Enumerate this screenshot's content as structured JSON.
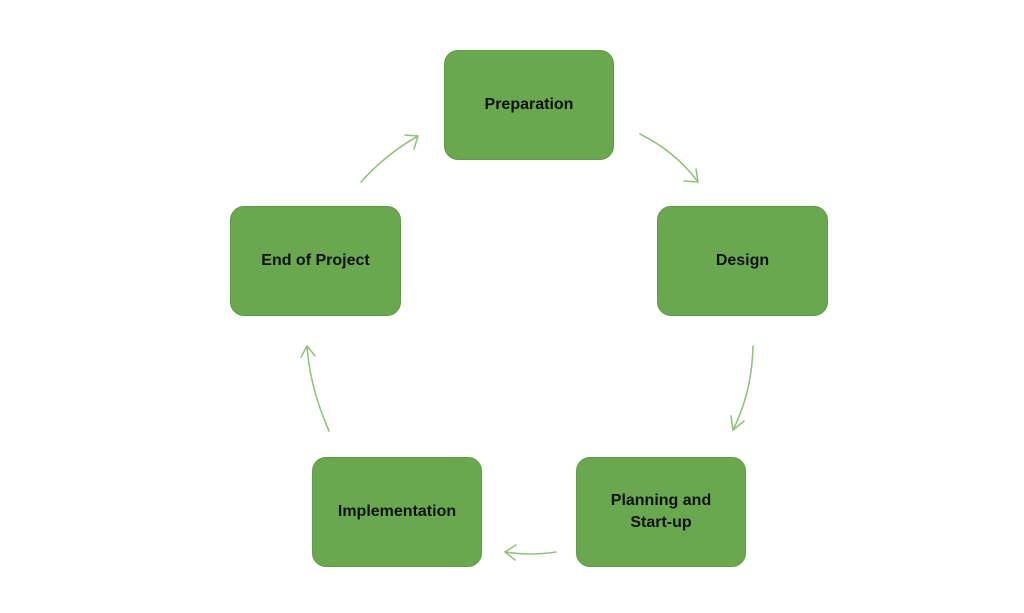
{
  "diagram": {
    "type": "cycle",
    "nodes": [
      {
        "id": "preparation",
        "label": "Preparation"
      },
      {
        "id": "design",
        "label": "Design"
      },
      {
        "id": "planning",
        "label": "Planning and\nStart-up"
      },
      {
        "id": "implementation",
        "label": "Implementation"
      },
      {
        "id": "end",
        "label": "End of Project"
      }
    ],
    "edges": [
      {
        "from": "preparation",
        "to": "design"
      },
      {
        "from": "design",
        "to": "planning"
      },
      {
        "from": "planning",
        "to": "implementation"
      },
      {
        "from": "implementation",
        "to": "end"
      },
      {
        "from": "end",
        "to": "preparation"
      }
    ],
    "colors": {
      "node_fill": "#6aa84f",
      "arrow": "#93c47d",
      "text": "#111111"
    }
  }
}
